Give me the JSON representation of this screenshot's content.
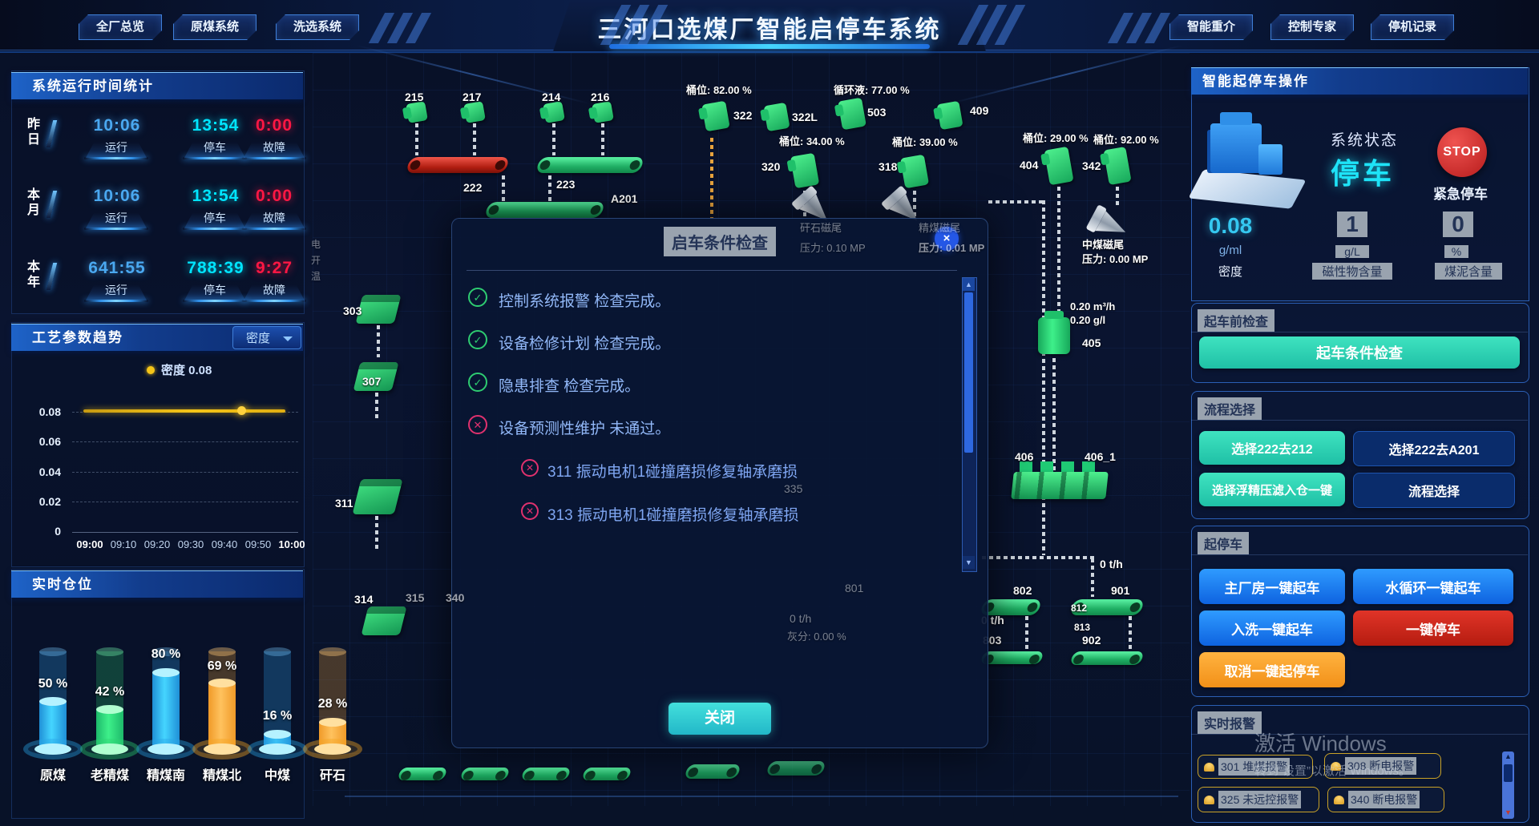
{
  "header": {
    "title": "三河口选煤厂智能启停车系统",
    "left_tabs": [
      "全厂总览",
      "原煤系统",
      "洗选系统"
    ],
    "right_tabs": [
      "智能重介",
      "控制专家",
      "停机记录"
    ]
  },
  "runtime": {
    "title": "系统运行时间统计",
    "rows": [
      {
        "p": "昨日",
        "v1": "10:06",
        "l1": "运行",
        "v2": "13:54",
        "l2": "停车",
        "v3": "0:00",
        "l3": "故障"
      },
      {
        "p": "本月",
        "v1": "10:06",
        "l1": "运行",
        "v2": "13:54",
        "l2": "停车",
        "v3": "0:00",
        "l3": "故障"
      },
      {
        "p": "本年",
        "v1": "641:55",
        "l1": "运行",
        "v2": "788:39",
        "l2": "停车",
        "v3": "9:27",
        "l3": "故障"
      }
    ]
  },
  "trend": {
    "title": "工艺参数趋势",
    "select_value": "密度",
    "legend": "密度 0.08",
    "y_ticks": [
      "0.08",
      "0.06",
      "0.04",
      "0.02",
      "0"
    ],
    "x_ticks": [
      "09:00",
      "09:10",
      "09:20",
      "09:30",
      "09:40",
      "09:50",
      "10:00"
    ]
  },
  "bins": {
    "title": "实时仓位",
    "items": [
      {
        "name": "原煤",
        "pct": "50 %"
      },
      {
        "name": "老精煤",
        "pct": "42 %"
      },
      {
        "name": "精煤南",
        "pct": "80 %"
      },
      {
        "name": "精煤北",
        "pct": "69 %"
      },
      {
        "name": "中煤",
        "pct": "16 %"
      },
      {
        "name": "矸石",
        "pct": "28 %"
      }
    ]
  },
  "flow": {
    "labels": [
      "215",
      "217",
      "214",
      "216",
      "222",
      "223",
      "A201",
      "桶位: 82.00 %",
      "322",
      "322L",
      "循环液: 77.00 %",
      "503",
      "409",
      "桶位: 34.00 %",
      "320",
      "桶位: 39.00 %",
      "318",
      "桶位: 29.00 %",
      "404",
      "桶位: 92.00 %",
      "342",
      "中煤磁尾",
      "压力: 0.00 MP",
      "0.20 m³/h",
      "0.20 g/l",
      "405",
      "406",
      "406_1",
      "0 t/h",
      "802",
      "901",
      "0 t/h",
      "803",
      "902",
      "812",
      "813",
      "303",
      "307",
      "311",
      "314",
      "315",
      "340",
      "矸石磁尾",
      "压力: 0.10 MP",
      "精煤磁尾",
      "压力: 0.01 MP",
      "801",
      "0 t/h",
      "灰分: 0.00 %",
      "335",
      "电",
      "开",
      "温"
    ]
  },
  "modal": {
    "title": "启车条件检查",
    "close": "×",
    "items": [
      {
        "state": "ok",
        "text": "控制系统报警 检查完成。"
      },
      {
        "state": "ok",
        "text": "设备检修计划 检查完成。"
      },
      {
        "state": "ok",
        "text": "隐患排查 检查完成。"
      },
      {
        "state": "fail",
        "text": "设备预测性维护 未通过。"
      }
    ],
    "sub_items": [
      {
        "state": "fail",
        "text": "311 振动电机1碰撞磨损修复轴承磨损"
      },
      {
        "state": "fail",
        "text": "313 振动电机1碰撞磨损修复轴承磨损"
      }
    ],
    "close_button": "关闭"
  },
  "ops": {
    "title": "智能起停车操作",
    "status_label": "系统状态",
    "status_value": "停车",
    "stop_icon": "STOP",
    "estop_label": "紧急停车",
    "stats": [
      {
        "value": "0.08",
        "unit": "g/ml",
        "name": "密度"
      },
      {
        "value": "1",
        "unit": "g/L",
        "name": "磁性物含量"
      },
      {
        "value": "0",
        "unit": "%",
        "name": "煤泥含量"
      }
    ],
    "precheck": {
      "label": "起车前检查",
      "button": "起车条件检查"
    },
    "process": {
      "label": "流程选择",
      "buttons": [
        "选择222去212",
        "选择222去A201",
        "选择浮精压滤入仓一键",
        "流程选择"
      ]
    },
    "startstop": {
      "label": "起停车",
      "buttons": [
        "主厂房一键起车",
        "水循环一键起车",
        "入洗一键起车",
        "一键停车",
        "取消一键起停车"
      ]
    },
    "alarms": {
      "label": "实时报警",
      "items": [
        "301 堆煤报警",
        "308 断电报警",
        "325 未远控报警",
        "340 断电报警"
      ]
    }
  },
  "watermark": {
    "line1": "激活 Windows",
    "line2": "转到“设置”以激活 Windows。"
  },
  "chart_data": [
    {
      "type": "line",
      "title": "工艺参数趋势",
      "series": [
        {
          "name": "密度",
          "values": [
            0.08,
            0.08,
            0.08,
            0.08,
            0.08,
            0.08,
            0.08
          ],
          "color": "#f5c518"
        }
      ],
      "x": [
        "09:00",
        "09:10",
        "09:20",
        "09:30",
        "09:40",
        "09:50",
        "10:00"
      ],
      "ylim": [
        0,
        0.08
      ],
      "y_ticks": [
        0.08,
        0.06,
        0.04,
        0.02,
        0
      ],
      "legend": "密度 0.08",
      "legend_position": "top",
      "grid": true
    },
    {
      "type": "bar",
      "title": "实时仓位",
      "categories": [
        "原煤",
        "老精煤",
        "精煤南",
        "精煤北",
        "中煤",
        "矸石"
      ],
      "values": [
        50,
        42,
        80,
        69,
        16,
        28
      ],
      "unit": "%",
      "colors": [
        "#2fb7f0",
        "#2ed573",
        "#2fb7f0",
        "#f5a623",
        "#2fb7f0",
        "#f5a623"
      ],
      "ylim": [
        0,
        100
      ]
    }
  ]
}
